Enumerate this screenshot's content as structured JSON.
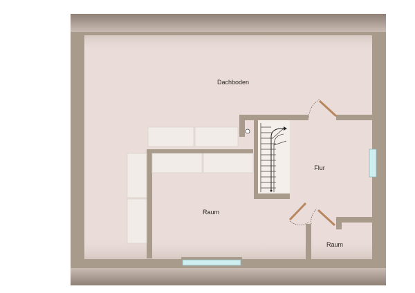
{
  "floorplan": {
    "rooms": [
      {
        "id": "dachboden",
        "label": "Dachboden"
      },
      {
        "id": "flur",
        "label": "Flur"
      },
      {
        "id": "raum-main",
        "label": "Raum"
      },
      {
        "id": "raum-small",
        "label": "Raum"
      }
    ],
    "colors": {
      "wall": "#a99b8b",
      "floor": "#e9dcd9",
      "roof_edge": "#8c7c70",
      "cabinet": "#f1ece7",
      "window": "#cfeef0",
      "door_leaf": "#b8875f"
    }
  }
}
